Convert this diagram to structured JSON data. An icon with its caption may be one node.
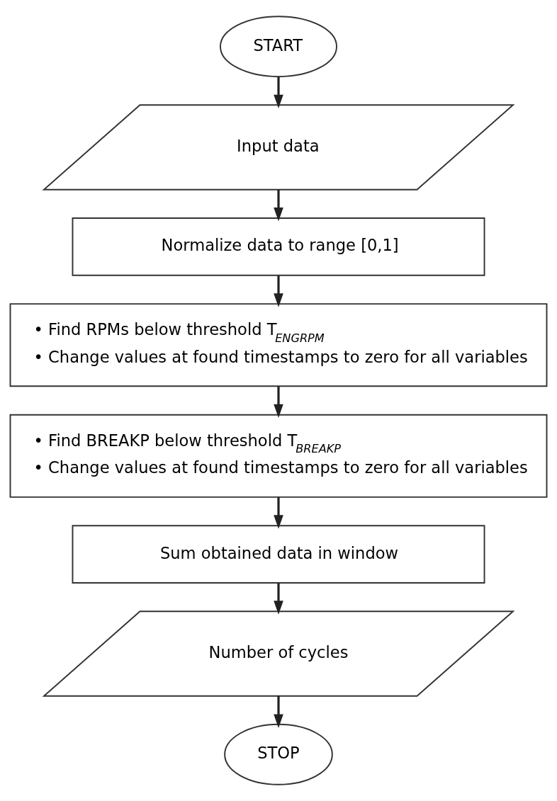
{
  "diagram": {
    "nodes": [
      {
        "text": [
          "START"
        ]
      },
      {
        "text": [
          "Input data"
        ]
      },
      {
        "text": [
          "Normalize data to range [0,1]"
        ]
      },
      {
        "text": [
          "• Find RPMs below threshold T$_{ENGRPM}$",
          "• Change values at found timestamps to zero for all variables"
        ]
      },
      {
        "text": [
          "• Find BREAKP below threshold T$_{BREAKP}$",
          "• Change values at found timestamps to zero for all variables"
        ]
      },
      {
        "text": [
          "Sum obtained data in window"
        ]
      },
      {
        "text": [
          "Number of cycles"
        ]
      },
      {
        "text": [
          "STOP"
        ]
      }
    ],
    "edges": [
      {
        "from": 0,
        "to": 1,
        "arrow": "to"
      },
      {
        "from": 1,
        "to": 2,
        "arrow": "to"
      },
      {
        "from": 2,
        "to": 3,
        "arrow": "to"
      },
      {
        "from": 3,
        "to": 4,
        "arrow": "to"
      },
      {
        "from": 4,
        "to": 5,
        "arrow": "to"
      },
      {
        "from": 5,
        "to": 6,
        "arrow": "to"
      },
      {
        "from": 6,
        "to": 7,
        "arrow": "to"
      }
    ]
  }
}
